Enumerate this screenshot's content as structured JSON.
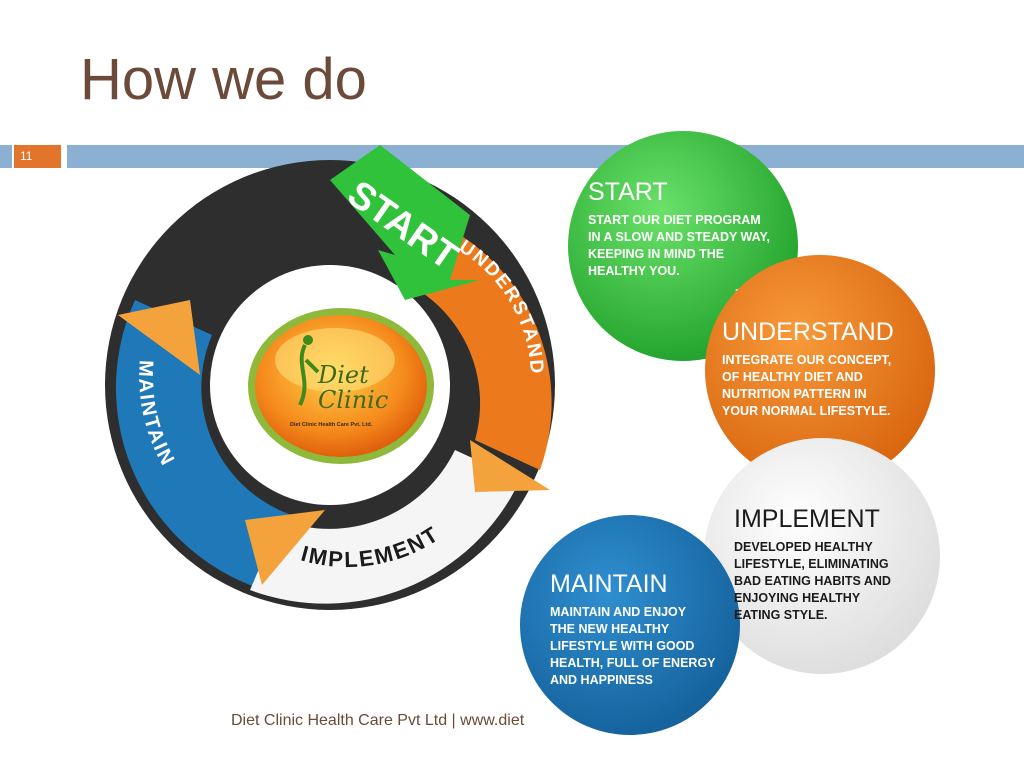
{
  "slide": {
    "title": "How we do",
    "number": "11",
    "footer": "Diet Clinic Health Care Pvt Ltd  | www.diet"
  },
  "cycle": {
    "start_label": "START",
    "understand_label": "UNDERSTAND",
    "implement_label": "IMPLEMENT",
    "maintain_label": "MAINTAIN",
    "logo_line1": "Diet",
    "logo_line2": "Clinic",
    "logo_company": "Diet Clinic Health Care Pvt. Ltd."
  },
  "steps": [
    {
      "title": "START",
      "body": "START OUR DIET PROGRAM\nIN A SLOW AND STEADY WAY,\nKEEPING IN MIND THE\nHEALTHY YOU."
    },
    {
      "title": "UNDERSTAND",
      "body": "INTEGRATE OUR CONCEPT,\nOF HEALTHY DIET AND\nNUTRITION PATTERN IN\nYOUR NORMAL LIFESTYLE."
    },
    {
      "title": "IMPLEMENT",
      "body": "DEVELOPED HEALTHY\nLIFESTYLE, ELIMINATING\nBAD EATING HABITS AND\nENJOYING HEALTHY\nEATING STYLE."
    },
    {
      "title": "MAINTAIN",
      "body": "MAINTAIN AND ENJOY\nTHE NEW HEALTHY\nLIFESTYLE WITH GOOD\nHEALTH, FULL OF ENERGY\nAND HAPPINESS"
    }
  ],
  "colors": {
    "title": "#6b4a3a",
    "rule": "#8cb0d2",
    "slide_number_bg": "#e2742c",
    "start_green": "#2fc23a",
    "understand_orange": "#ec7a1c",
    "implement_white": "#f2f2f2",
    "maintain_blue": "#1f78b8",
    "ring_dark": "#2e2e2e",
    "arrow_orange": "#f4a23c"
  }
}
